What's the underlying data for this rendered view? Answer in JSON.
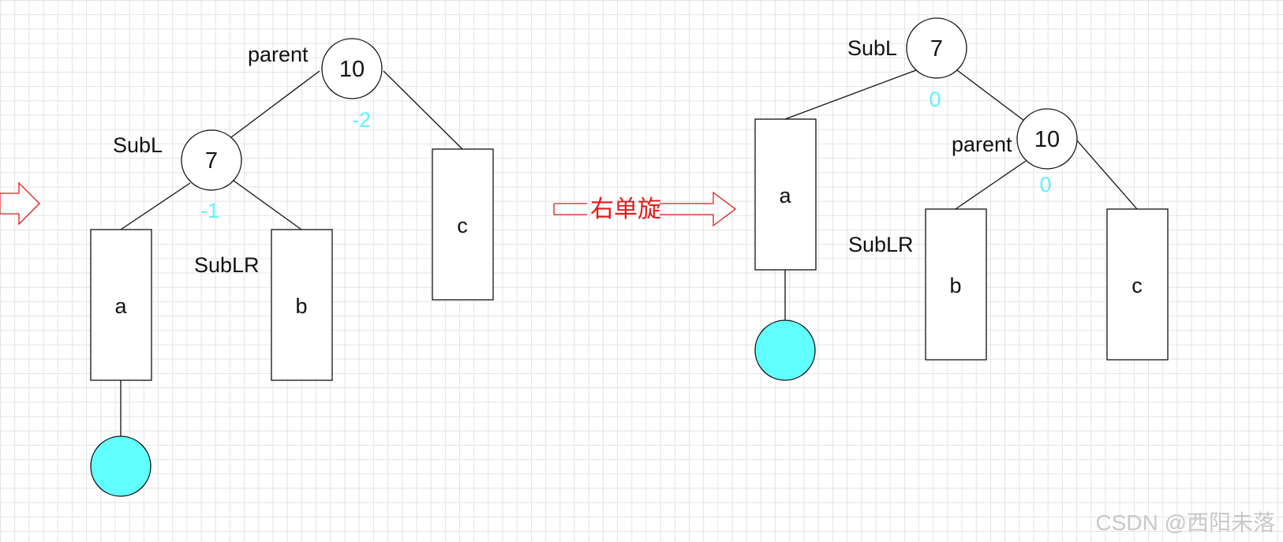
{
  "colors": {
    "edge": "#111111",
    "balance_factor": "#5ff4ff",
    "new_node_fill": "#62ffff",
    "arrow": "#e21b1b"
  },
  "before": {
    "label_parent": "parent",
    "label_subl": "SubL",
    "label_sublr": "SubLR",
    "node_parent": "10",
    "node_subl": "7",
    "bf_parent": "-2",
    "bf_subl": "-1",
    "box_a": "a",
    "box_b": "b",
    "box_c": "c"
  },
  "rotation_label": "右单旋",
  "after": {
    "label_subl": "SubL",
    "label_parent": "parent",
    "label_sublr": "SubLR",
    "node_subl": "7",
    "node_parent": "10",
    "bf_subl": "0",
    "bf_parent": "0",
    "box_a": "a",
    "box_b": "b",
    "box_c": "c"
  },
  "watermark": "CSDN @西阳未落"
}
